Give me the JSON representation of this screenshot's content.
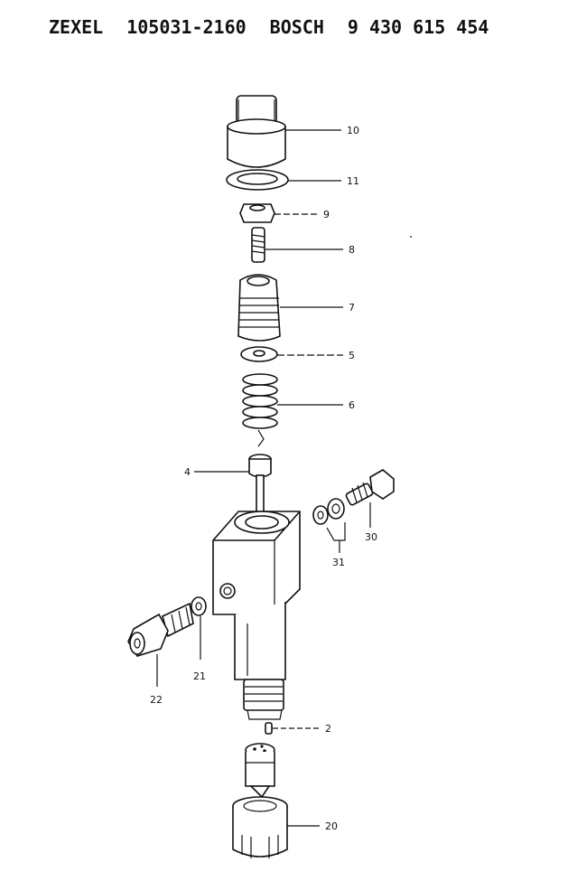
{
  "header": {
    "brand1": "ZEXEL",
    "part_no1": "105031-2160",
    "brand2": "BOSCH",
    "part_no2": "9 430 615 454"
  },
  "callouts": {
    "c10": "10",
    "c11": "11",
    "c9": "9",
    "c8": "8",
    "c7": "7",
    "c5": "5",
    "c6": "6",
    "c4": "4",
    "c30": "30",
    "c31": "31",
    "c21": "21",
    "c22": "22",
    "c2": "2",
    "c20": "20"
  }
}
